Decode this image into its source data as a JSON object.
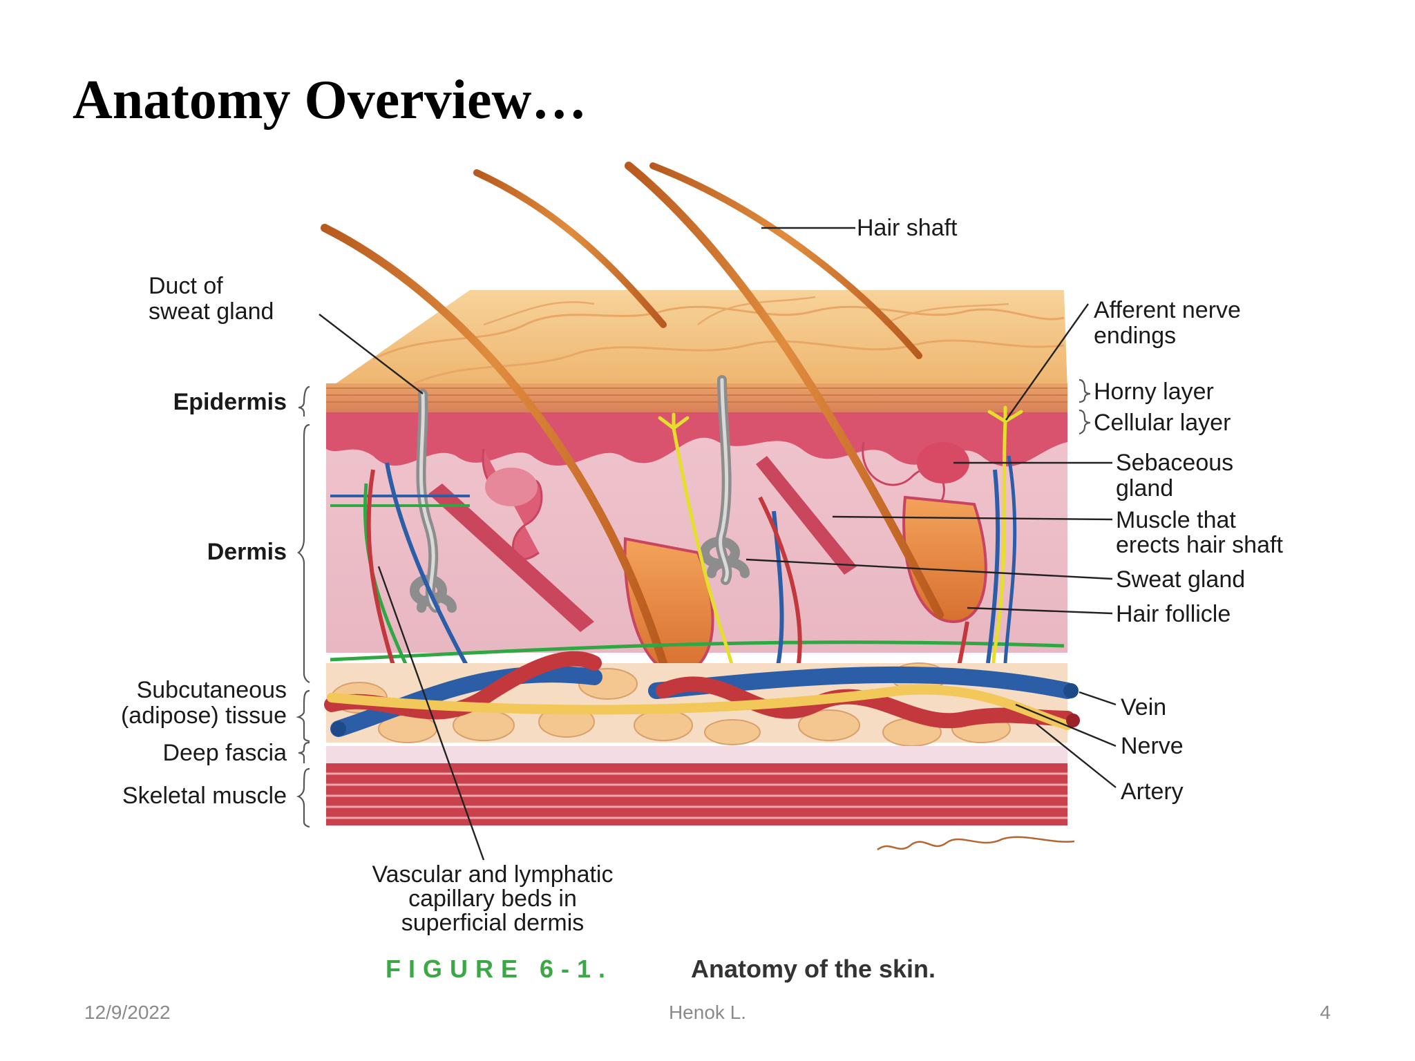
{
  "slide": {
    "title": "Anatomy Overview…"
  },
  "labels": {
    "hair_shaft": "Hair shaft",
    "duct_of_sweat_gland": [
      "Duct of",
      "sweat gland"
    ],
    "afferent_nerve_endings": [
      "Afferent nerve",
      "endings"
    ],
    "epidermis": "Epidermis",
    "horny_layer": "Horny layer",
    "cellular_layer": "Cellular layer",
    "sebaceous_gland": [
      "Sebaceous",
      "gland"
    ],
    "dermis": "Dermis",
    "muscle_erects_hair": [
      "Muscle that",
      "erects hair shaft"
    ],
    "sweat_gland": "Sweat gland",
    "hair_follicle": "Hair follicle",
    "subcutaneous": [
      "Subcutaneous",
      "(adipose) tissue"
    ],
    "vein": "Vein",
    "deep_fascia": "Deep fascia",
    "nerve": "Nerve",
    "skeletal_muscle": "Skeletal muscle",
    "artery": "Artery",
    "vascular_beds": [
      "Vascular and lymphatic",
      "capillary beds in",
      "superficial dermis"
    ]
  },
  "figure": {
    "number": "FIGURE 6-1.",
    "caption": "Anatomy of the skin."
  },
  "footer": {
    "date": "12/9/2022",
    "author": "Henok L.",
    "page": "4"
  }
}
